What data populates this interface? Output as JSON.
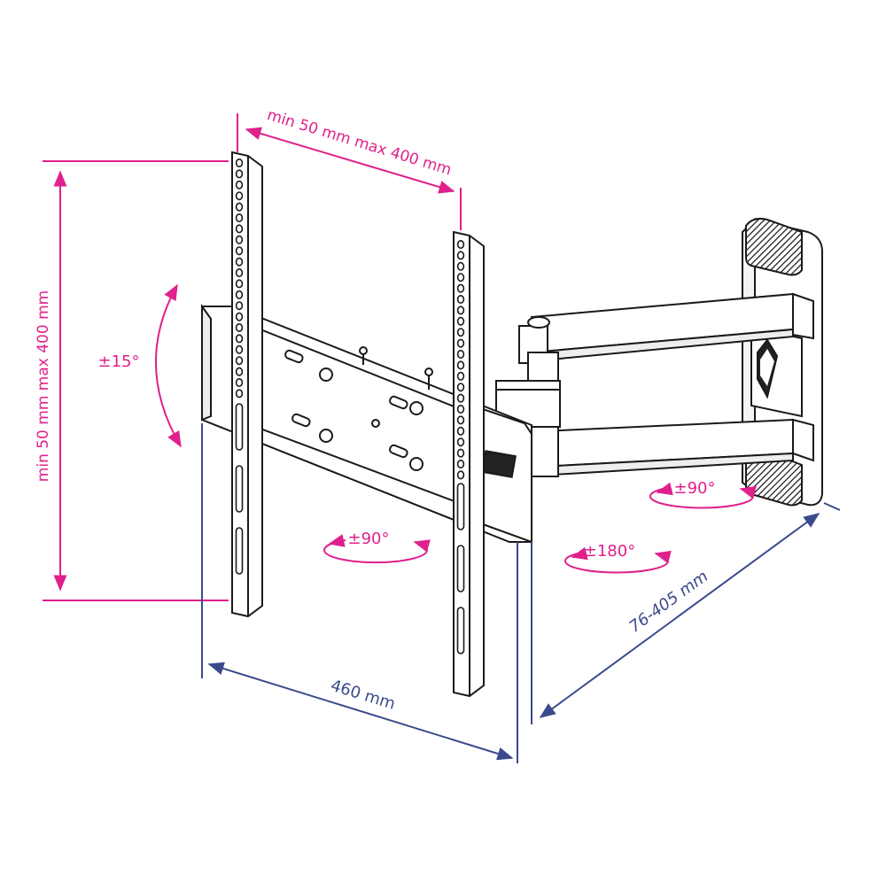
{
  "colors": {
    "magenta": "#e0208c",
    "blue": "#3b4a8c",
    "line": "#1a1a1a"
  },
  "dimensions": {
    "vesa_width": "min 50 mm max 400 mm",
    "vesa_height": "min 50 mm max 400 mm",
    "width": "460  mm",
    "depth": "76-405 mm"
  },
  "rotations": {
    "tilt": "±15°",
    "plate_swivel": "±90°",
    "arm_swivel": "±180°",
    "wall_swivel": "±90°"
  }
}
